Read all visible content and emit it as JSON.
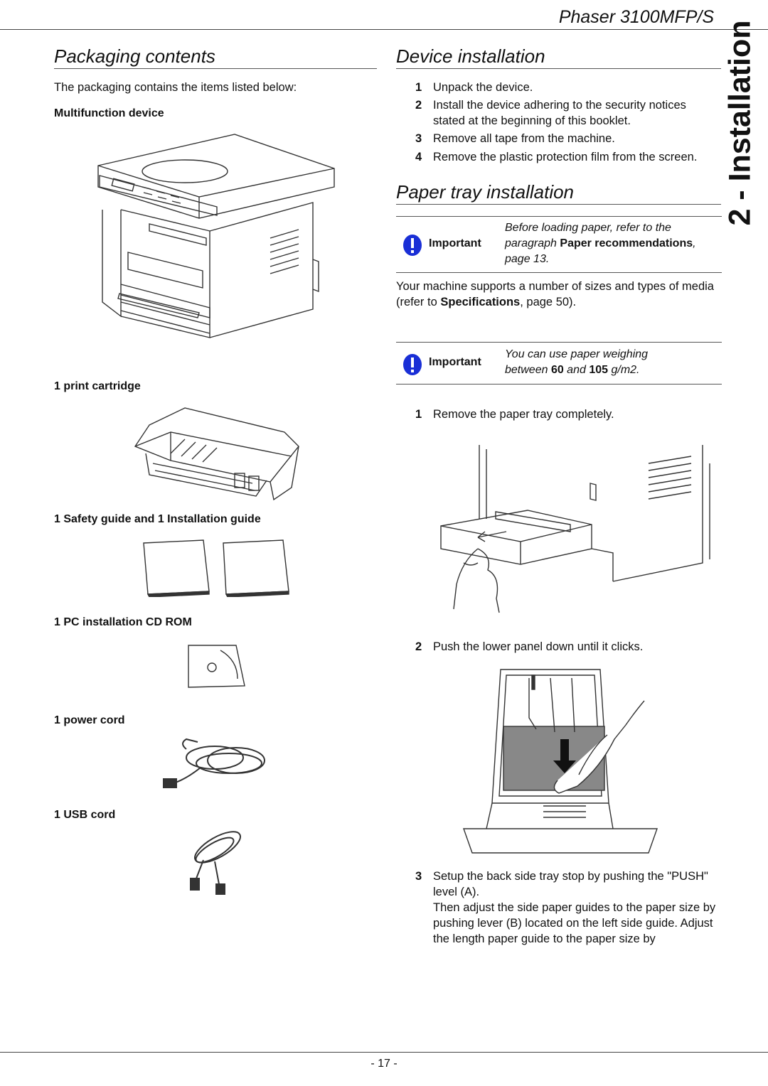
{
  "header": {
    "title": "Phaser 3100MFP/S"
  },
  "side_tab": {
    "label": "2 - Installation"
  },
  "packaging": {
    "heading": "Packaging contents",
    "intro": "The packaging contains the items listed below:",
    "items": [
      {
        "label": "Multifunction device"
      },
      {
        "label": "1 print cartridge"
      },
      {
        "label": "1 Safety guide and 1 Installation guide"
      },
      {
        "label": "1 PC installation CD ROM"
      },
      {
        "label": "1 power cord"
      },
      {
        "label": "1 USB cord"
      }
    ]
  },
  "device_installation": {
    "heading": "Device installation",
    "steps": [
      {
        "num": "1",
        "text": "Unpack the device."
      },
      {
        "num": "2",
        "text": "Install the device adhering to the security notices stated at the beginning of this booklet."
      },
      {
        "num": "3",
        "text": "Remove all tape from the machine."
      },
      {
        "num": "4",
        "text": "Remove the plastic protection film from the screen."
      }
    ]
  },
  "paper_tray": {
    "heading": "Paper tray installation",
    "important1": {
      "label": "Important",
      "part1": "Before loading paper, refer to the paragraph ",
      "bold": "Paper recommendations",
      "part2": ", page 13."
    },
    "support_text": {
      "part1": "Your machine supports a number of sizes and types of media (refer to ",
      "bold": "Specifications",
      "part2": ", page 50)."
    },
    "important2": {
      "label": "Important",
      "part1": "You can use paper weighing between ",
      "bold1": "60",
      "part2": " and ",
      "bold2": "105",
      "part3": " g/m2."
    },
    "steps": [
      {
        "num": "1",
        "text": "Remove the paper tray completely."
      },
      {
        "num": "2",
        "text": "Push the lower panel down until it clicks."
      },
      {
        "num": "3",
        "text": "Setup the back side tray stop by pushing the \"PUSH\" level (A).",
        "text2": "Then adjust the side paper guides to the paper size by pushing lever (B) located on the left side guide. Adjust the length paper guide to the paper size by"
      }
    ]
  },
  "footer": {
    "page": "- 17 -"
  },
  "colors": {
    "important_icon": "#1a2fd6",
    "rule": "#555555"
  }
}
